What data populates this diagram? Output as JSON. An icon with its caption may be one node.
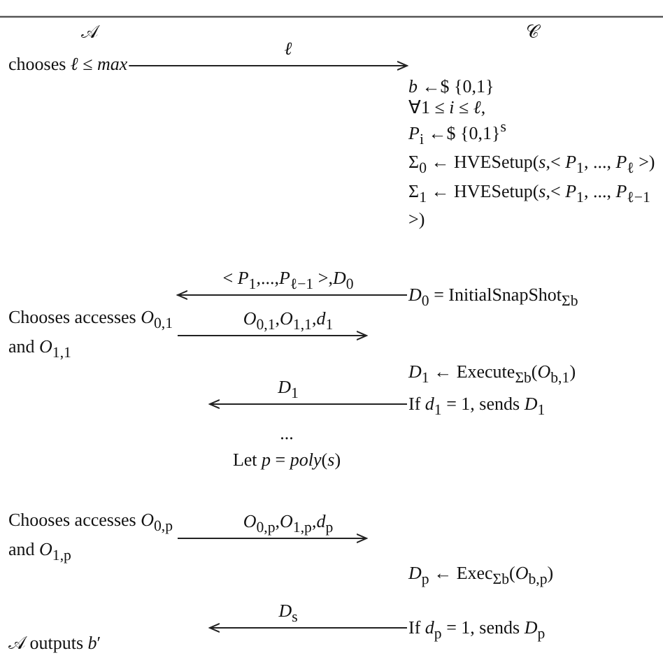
{
  "diagram": {
    "nodes": [
      {
        "text": [
          "chooses *ℓ* ≤ *max*"
        ]
      },
      {
        "text": [
          "*b* ←$ {0,1}",
          "∀1 ≤ *i* ≤ *ℓ*,",
          "*P*$_{i}$ ←$ {0,1}$^{s}$",
          "Σ$_{0}$ ← HVESetup(*s*,< *P*$_{1}$, ..., *P*$_{ℓ}$ >)",
          "Σ$_{1}$ ← HVESetup(*s*,< *P*$_{1}$, ..., *P*$_{ℓ−1}$ >)"
        ]
      },
      {
        "text": [
          "*D*$_{0}$ = InitialSnapShot$_{Σb}$"
        ]
      },
      {
        "text": [
          "Chooses accesses *O*$_{0,1}$ and *O*$_{1,1}$"
        ]
      },
      {
        "text": [
          "*D*$_{1}$ ← Execute$_{Σb}$(*O*$_{b,1}$)"
        ]
      },
      {
        "text": [
          "If *d*$_{1}$ = 1, sends *D*$_{1}$"
        ]
      },
      {
        "text": [
          "Chooses accesses *O*$_{0,p}$ and *O*$_{1,p}$"
        ]
      },
      {
        "text": [
          "*D*$_{p}$ ← Exec$_{Σb}$(*O*$_{b,p}$)"
        ]
      },
      {
        "text": [
          "If *d*$_{p}$ = 1, sends *D*$_{p}$"
        ]
      },
      {
        "text": [
          "𝒜 outputs *b*′"
        ]
      }
    ],
    "edges": [
      {
        "from": 0,
        "to": 1,
        "arrow": "to",
        "label": "*ℓ*"
      },
      {
        "from": 2,
        "to": 3,
        "arrow": "to",
        "label": "< *P*$_{1}$,...,*P*$_{ℓ−1}$ >,*D*$_{0}$"
      },
      {
        "from": 3,
        "to": null,
        "arrow": "to",
        "label": "*O*$_{0,1}$,*O*$_{1,1}$,*d*$_{1}$"
      },
      {
        "from": 5,
        "to": null,
        "arrow": "to",
        "label": "*D*$_{1}$"
      },
      {
        "from": 6,
        "to": null,
        "arrow": "to",
        "label": "*O*$_{0,p}$,*O*$_{1,p}$,*d*$_{p}$"
      },
      {
        "from": 8,
        "to": null,
        "arrow": "to",
        "label": "*D*$_{s}$"
      }
    ],
    "labels": [
      "𝒜",
      "𝒞",
      "...",
      "Let *p* = *poly*(*s*)"
    ]
  }
}
